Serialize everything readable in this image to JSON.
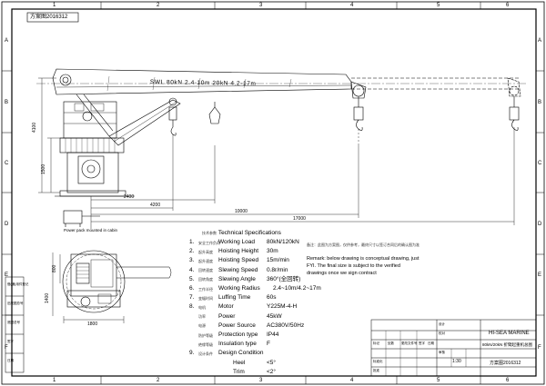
{
  "stamp": "方案图2016312",
  "zone_cols": [
    "1",
    "2",
    "3",
    "4",
    "5",
    "6"
  ],
  "zone_rows": [
    "A",
    "B",
    "C",
    "D",
    "E",
    "F"
  ],
  "swl_label": "SWL 80kN 2.4-10m  20kN 4.2-17m",
  "dims": {
    "h4100": "4100",
    "h1500": "1500",
    "r2400": "2400",
    "r4200": "4200",
    "r10000": "10000",
    "r17000": "17000",
    "h1400": "1400",
    "b800": "800",
    "w1800": "1800"
  },
  "power_pack_note": "Power pack mounted in cabin",
  "spec_heading_cn": "技术参数",
  "spec_heading": "Technical Specifications",
  "specs": [
    {
      "num": "1.",
      "cn": "安全工作负荷",
      "label": "Working Load",
      "value": "80kN/120kN"
    },
    {
      "num": "2.",
      "cn": "起升高度",
      "label": "Hoisting Height",
      "value": "30m"
    },
    {
      "num": "3.",
      "cn": "起升速度",
      "label": "Hoisting Speed",
      "value": "15m/min"
    },
    {
      "num": "4.",
      "cn": "回转速度",
      "label": "Slewing Speed",
      "value": "0.8r/min"
    },
    {
      "num": "5.",
      "cn": "回转角度",
      "label": "Slewing Angle",
      "value": "360°(全回转)"
    },
    {
      "num": "6.",
      "cn": "工作半径",
      "label": "Working Radius",
      "value": "2.4~10m/4.2~17m"
    },
    {
      "num": "7.",
      "cn": "变幅时间",
      "label": "Luffing Time",
      "value": "60s"
    },
    {
      "num": "8.",
      "cn": "电机",
      "label": "Motor",
      "value": "Y225M-4-H"
    },
    {
      "num": "",
      "cn": "功率",
      "label": "Power",
      "value": "45kW"
    },
    {
      "num": "",
      "cn": "电源",
      "label": "Power Source",
      "value": "AC380V/50Hz"
    },
    {
      "num": "",
      "cn": "防护等级",
      "label": "Protection type",
      "value": "IP44"
    },
    {
      "num": "",
      "cn": "绝缘等级",
      "label": "Insulation type",
      "value": "F"
    },
    {
      "num": "9.",
      "cn": "设计条件",
      "label": "Design Condition",
      "value": ""
    },
    {
      "num": "",
      "cn": "",
      "label": "Heel",
      "value": "<5°"
    },
    {
      "num": "",
      "cn": "",
      "label": "Trim",
      "value": "<2°"
    }
  ],
  "remark_cn": "备注：此图为方案图，仅供参考，最终尺寸以签订合同后的确认图为准",
  "remark_lines": [
    "Remark: below drawing is conceptual drawing, just",
    "FYI. The final size is subject to the verified",
    "drawings once we sign contract"
  ],
  "side_labels": [
    "借(通)用件登记",
    "旧底图总号",
    "底图总号",
    "签字",
    "日期"
  ],
  "title_block": {
    "company": "HI-SEA MARINE",
    "drawing_title": "80kN/20kN 折臂起重机总图",
    "drawing_no": "方案图2016312",
    "scale": "1:30",
    "headers": [
      "标记",
      "处数",
      "更改文件号",
      "签字",
      "日期"
    ],
    "row_labels": [
      "设计",
      "校对",
      "审核",
      "标准化",
      "批准"
    ]
  }
}
